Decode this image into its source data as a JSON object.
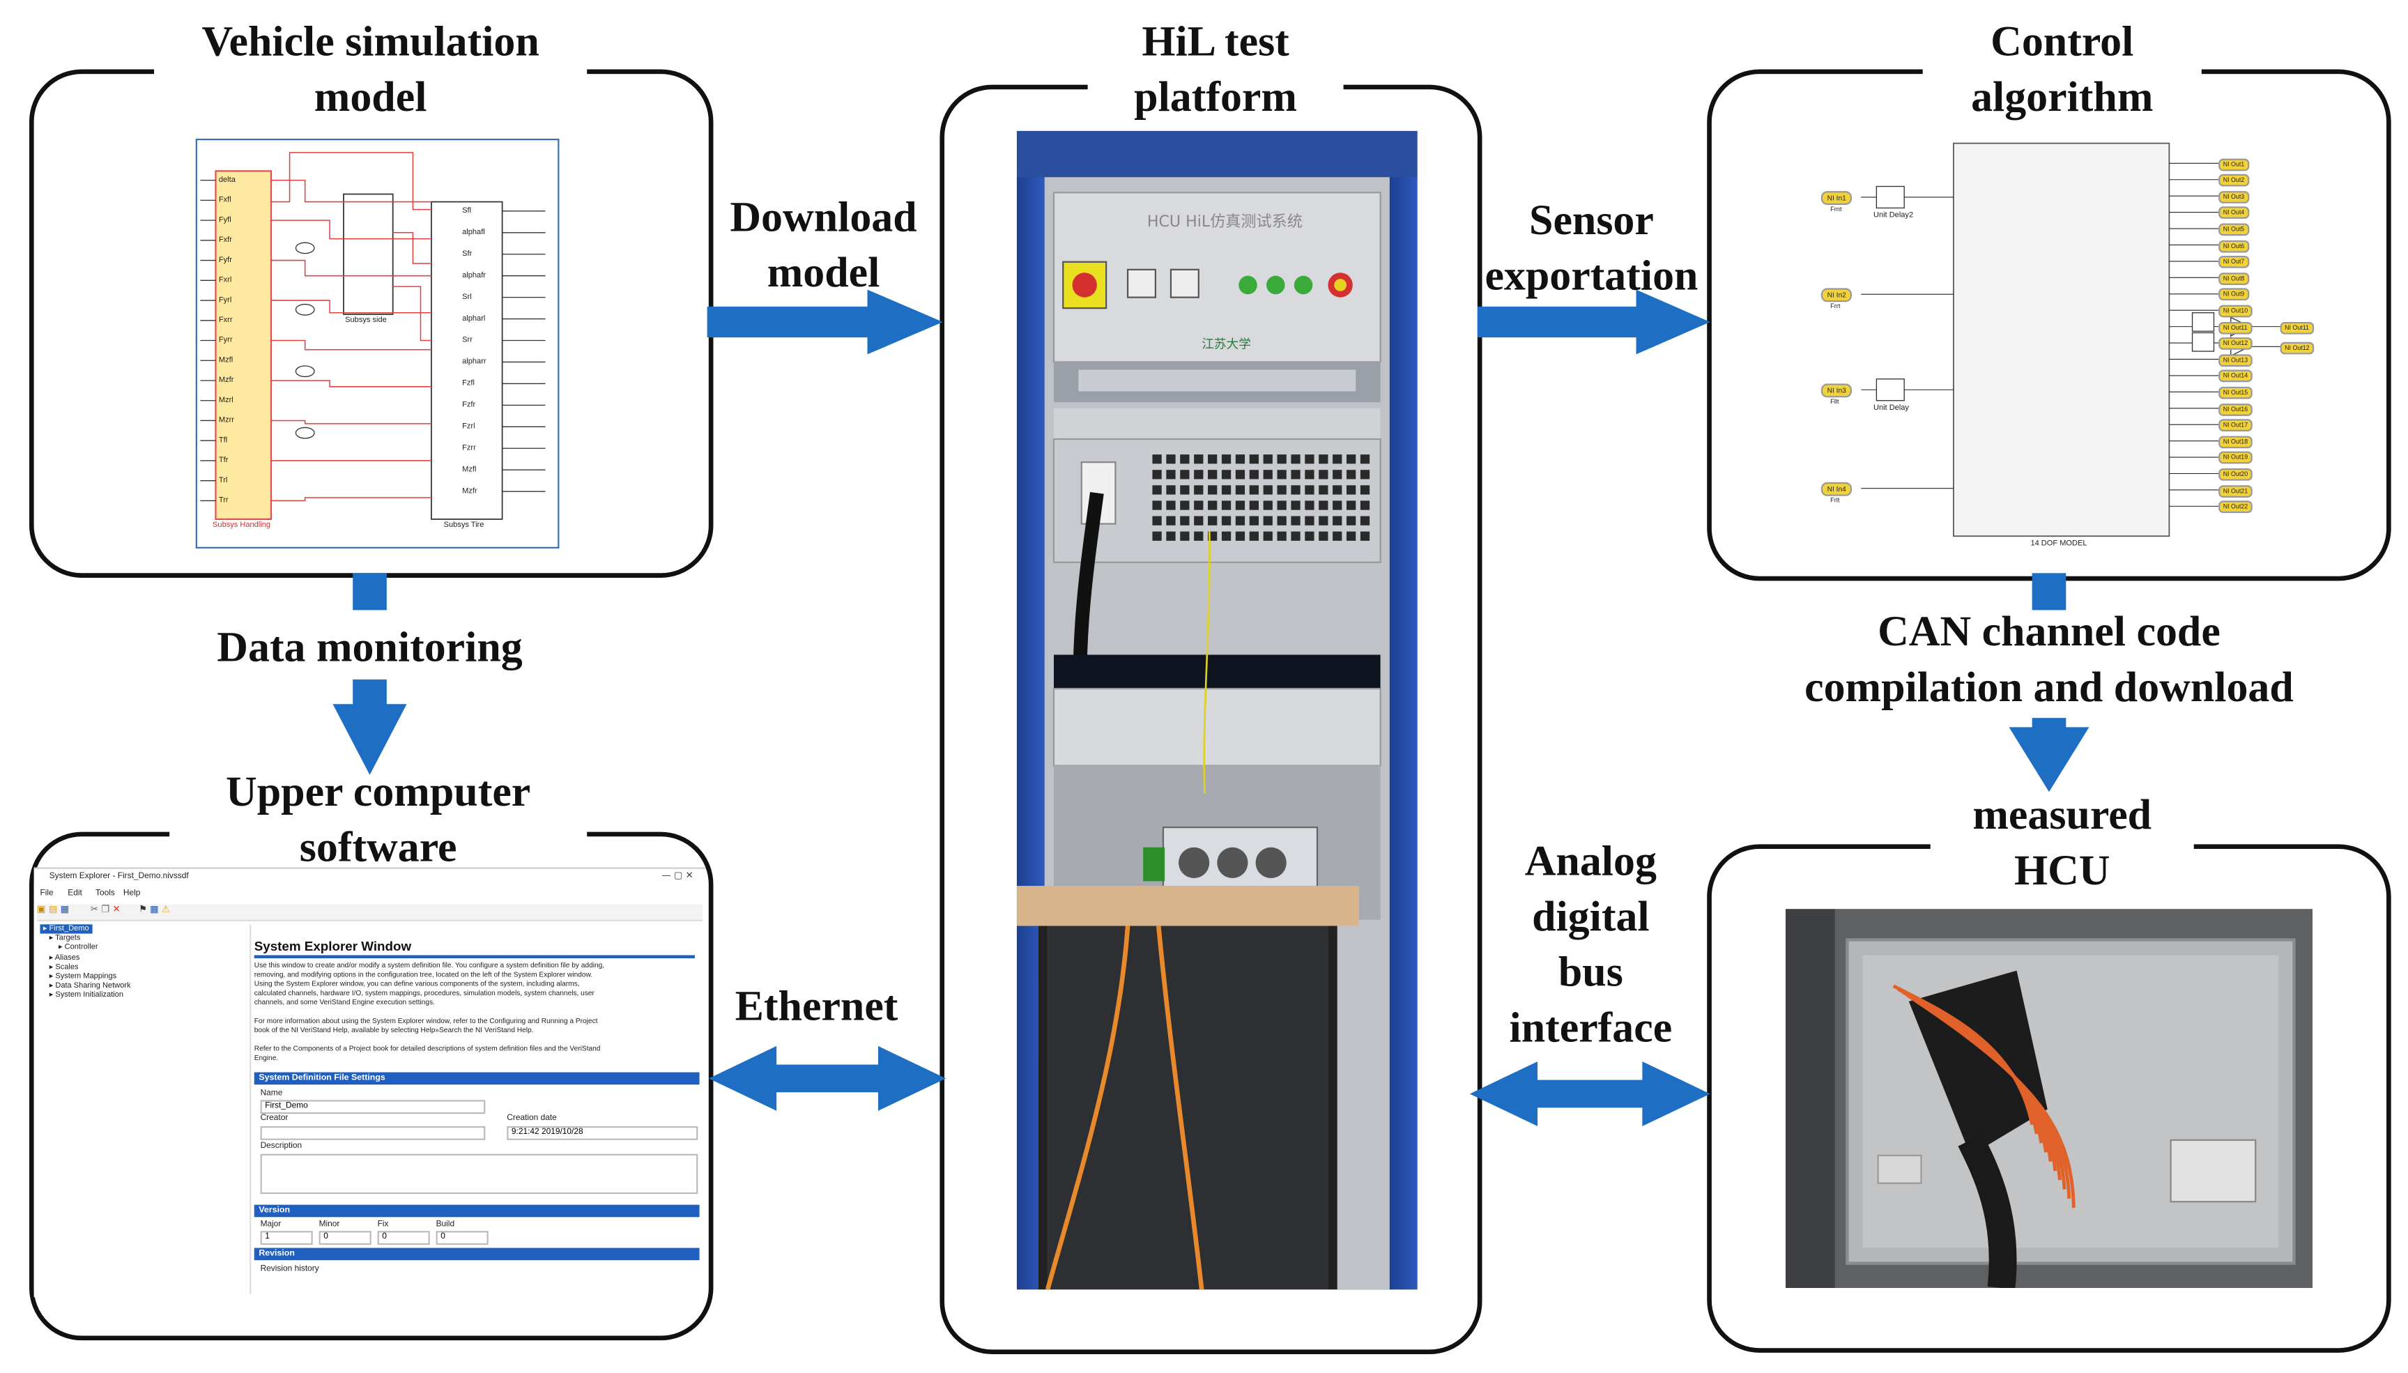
{
  "titles": {
    "vehicle_model": "Vehicle simulation\nmodel",
    "hil_platform": "HiL test\nplatform",
    "control_algorithm": "Control\nalgorithm",
    "upper_software": "Upper computer\nsoftware",
    "measured_hcu": "measured\nHCU"
  },
  "arrows": {
    "download_model": "Download\nmodel",
    "sensor_exportation": "Sensor\nexportation",
    "data_monitoring": "Data monitoring",
    "can_channel": "CAN channel code\ncompilation and download",
    "ethernet": "Ethernet",
    "analog_bus": "Analog\ndigital\nbus\ninterface"
  },
  "simulink": {
    "inputs": [
      "delta",
      "Fxfl",
      "Fyfl",
      "Fxfr",
      "Fyfr",
      "Fxrl",
      "Fyrl",
      "Fxrr",
      "Fyrr",
      "Mzfl",
      "Mzfr",
      "Mzrl",
      "Mzrr",
      "Tfl",
      "Tfr",
      "Trl",
      "Trr"
    ],
    "outputs": [
      "Sfl",
      "alphafl",
      "Sfr",
      "alphafr",
      "Srl",
      "alpharl",
      "Srr",
      "alpharr",
      "Fzfl",
      "Fzfr",
      "Fzrl",
      "Fzrr",
      "Mzfl",
      "Mzfr"
    ],
    "blocks": {
      "handling": "Subsys Handling",
      "tire": "Subsys Tire",
      "side": "Subsys side"
    }
  },
  "control_model": {
    "inputs": [
      "NI In1",
      "NI In2",
      "NI In3",
      "NI In4"
    ],
    "input_labels": [
      "Frnt",
      "Frrt",
      "Fllt",
      "Frlt"
    ],
    "delays": [
      "Unit Delay2",
      "Unit Delay"
    ],
    "model_label": "14 DOF MODEL",
    "outputs": [
      "NI Out1",
      "NI Out2",
      "NI Out3",
      "NI Out4",
      "NI Out5",
      "NI Out6",
      "NI Out7",
      "NI Out8",
      "NI Out9",
      "NI Out10",
      "NI Out11",
      "NI Out12",
      "NI Out13",
      "NI Out14",
      "NI Out15",
      "NI Out16",
      "NI Out17",
      "NI Out18",
      "NI Out19",
      "NI Out20",
      "NI Out21",
      "NI Out22"
    ],
    "extra_outputs": [
      "NI Out11",
      "NI Out12"
    ]
  },
  "system_explorer": {
    "window_title": "System Explorer - First_Demo.nivssdf",
    "menu": [
      "File",
      "Edit",
      "Tools",
      "Help"
    ],
    "tree": [
      "First_Demo",
      "Targets",
      "Controller",
      "Aliases",
      "Scales",
      "System Mappings",
      "Data Sharing Network",
      "System Initialization"
    ],
    "header": "System Explorer Window",
    "desc1": "Use this window to create and/or modify a system definition file. You configure a system definition file by adding,",
    "desc2": "removing, and modifying options in the configuration tree, located on the left of the System Explorer window.",
    "desc3": "Using the System Explorer window, you can define various components of the system, including alarms,",
    "desc4": "calculated channels, hardware I/O, system mappings, procedures, simulation models, system channels, user",
    "desc5": "channels, and some VeriStand Engine execution settings.",
    "desc6": "For more information about using the System Explorer window, refer to the Configuring and Running a Project",
    "desc7": "book of the NI VeriStand Help, available by selecting Help»Search the NI VeriStand Help.",
    "desc8": "Refer to the Components of a Project book for detailed descriptions of system definition files and the VeriStand",
    "desc9": "Engine.",
    "section1": "System Definition File Settings",
    "name_label": "Name",
    "name_value": "First_Demo",
    "creator_label": "Creator",
    "creation_label": "Creation date",
    "creation_value": "9:21:42 2019/10/28",
    "description_label": "Description",
    "section2": "Version",
    "version_labels": [
      "Major",
      "Minor",
      "Fix",
      "Build"
    ],
    "version_values": [
      "1",
      "0",
      "0",
      "0"
    ],
    "section3": "Revision",
    "revision_label": "Revision history"
  },
  "rack": {
    "nameplate": "HCU HiL仿真测试系统",
    "logo": "江苏大学"
  },
  "colors": {
    "arrow": "#1e6fc4",
    "frame": "#111111"
  }
}
